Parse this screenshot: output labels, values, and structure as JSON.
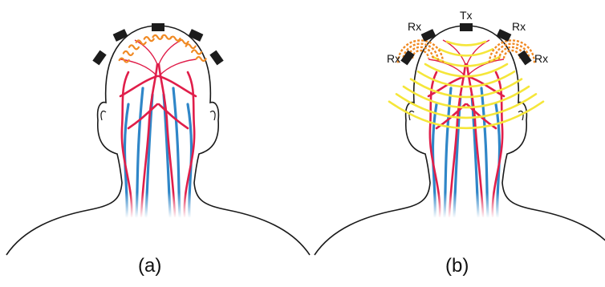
{
  "colors": {
    "vein": "#2f86c8",
    "artery": "#e01e4a",
    "capillary_orange": "#f08a24",
    "signal_yellow": "#f5e63a",
    "electrode": "#1c1c1c",
    "outline": "#1a1a1a"
  },
  "panels": [
    {
      "caption": "(a)",
      "electrodes": [
        "electrode",
        "electrode",
        "electrode",
        "electrode",
        "electrode"
      ]
    },
    {
      "caption": "(b)",
      "antennas": [
        {
          "label": "Rx"
        },
        {
          "label": "Rx"
        },
        {
          "label": "Tx"
        },
        {
          "label": "Rx"
        },
        {
          "label": "Rx"
        }
      ]
    }
  ]
}
